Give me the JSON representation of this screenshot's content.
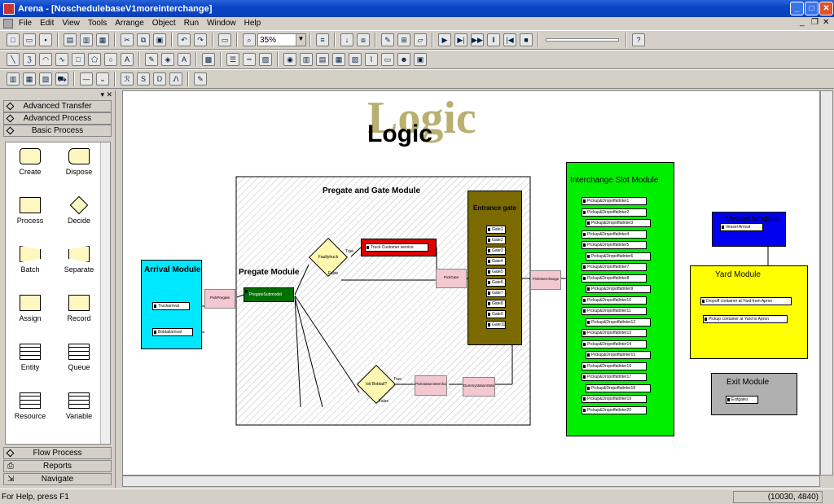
{
  "window": {
    "title": "Arena - [NoschedulebaseV1moreinterchange]"
  },
  "menu": [
    "File",
    "Edit",
    "View",
    "Tools",
    "Arrange",
    "Object",
    "Run",
    "Window",
    "Help"
  ],
  "toolbar": {
    "zoom": "35%"
  },
  "project_bar": {
    "top_panels": [
      "Advanced Transfer",
      "Advanced Process",
      "Basic Process"
    ],
    "shapes": [
      "Create",
      "Dispose",
      "Process",
      "Decide",
      "Batch",
      "Separate",
      "Assign",
      "Record",
      "Entity",
      "Queue",
      "Resource",
      "Variable"
    ],
    "bottom_panels": [
      "Flow Process",
      "Reports",
      "Navigate"
    ]
  },
  "canvas": {
    "heading_big": "Logic",
    "heading_small": "Logic",
    "arrival": {
      "title": "Arrival Module",
      "blocks": [
        "Truckarrival",
        "Bobtailarrival"
      ]
    },
    "pick_pregate": "PickPregate",
    "pregate_gate": {
      "title": "Pregate and Gate Module",
      "pregate_title": "Pregate Module",
      "pregate_submodel": "PregateSubmodel",
      "faulty_truck": "Faultytruck",
      "faulty_true": "True",
      "faulty_false": "False",
      "truck_customer": "Truck Customer service",
      "pick_gate": "PickGate",
      "bobtail": "Isit Bobtail?",
      "bobtail_true": "True",
      "bobtail_false": "False",
      "pickstation": "Pickstationinterchange",
      "dummy": "DummystationStation"
    },
    "entrance": {
      "title": "Entrance gate",
      "gates": [
        "Gate1",
        "Gate2",
        "Gate3",
        "Gate4",
        "Gate5",
        "Gate6",
        "Gate7",
        "Gate8",
        "Gate9",
        "Gate10"
      ]
    },
    "pick_interchange": "PickInterchange",
    "interchange": {
      "title": "Interchange Slot Module",
      "slots": [
        "Pickup&Dropoffatlnter1",
        "Pickup&Dropoffatlnter2",
        "Pickup&Dropoffatlnter3",
        "Pickup&Dropoffatlnter4",
        "Pickup&Dropoffatlnter5",
        "Pickup&Dropoffatlnter6",
        "Pickup&Dropoffatlnter7",
        "Pickup&Dropoffatlnter8",
        "Pickup&Dropoffatlnter9",
        "Pickup&Dropoffatlnter10",
        "Pickup&Dropoffatlnter11",
        "Pickup&Dropoffatlnter12",
        "Pickup&Dropoffatlnter13",
        "Pickup&Dropoffatlnter14",
        "Pickup&Dropoffatlnter15",
        "Pickup&Dropoffatlnter16",
        "Pickup&Dropoffatlnter17",
        "Pickup&Dropoffatlnter18",
        "Pickup&Dropoffatlnter19",
        "Pickup&Dropoffatlnter20"
      ]
    },
    "vessel": {
      "title": "Vessel Module",
      "block": "Vessel Arrival"
    },
    "yard": {
      "title": "Yard Module",
      "blocks": [
        "Dropoff container at Yard from Apron",
        "Pickup container at Yard to Apron"
      ]
    },
    "exit": {
      "title": "Exit Module",
      "block": "Exitgates"
    }
  },
  "status": {
    "help": "For Help, press F1",
    "coords": "(10030, 4840)"
  },
  "colors": {
    "arrival": "#00e8ff",
    "interchange": "#00ee00",
    "entrance": "#7a6a00",
    "vessel": "#0000ee",
    "yard": "#ffff00",
    "exit": "#b0b0b0",
    "truck_customer": "#e00000",
    "pregate_sub": "#007000",
    "logo": "#b8b070"
  }
}
